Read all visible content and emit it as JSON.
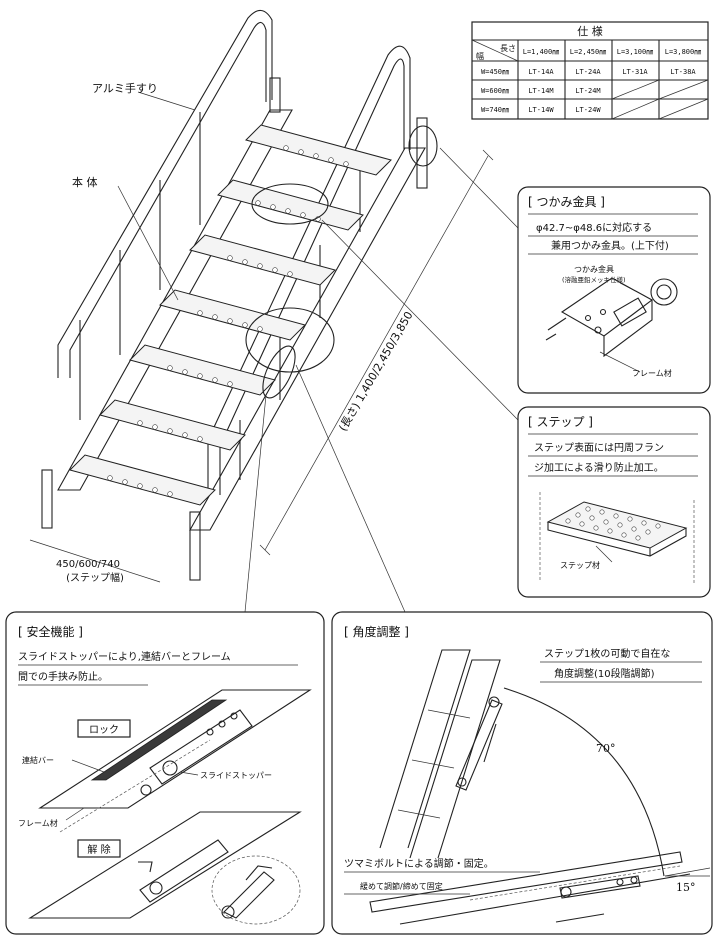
{
  "spec_table": {
    "title": "仕 様",
    "corner_top": "長さ",
    "corner_bottom": "幅",
    "columns": [
      "L=1,400㎜",
      "L=2,450㎜",
      "L=3,100㎜",
      "L=3,800㎜"
    ],
    "rows": [
      {
        "width": "W=450㎜",
        "cells": [
          "LT-14A",
          "LT-24A",
          "LT-31A",
          "LT-38A"
        ]
      },
      {
        "width": "W=600㎜",
        "cells": [
          "LT-14M",
          "LT-24M",
          "",
          ""
        ]
      },
      {
        "width": "W=740㎜",
        "cells": [
          "LT-14W",
          "LT-24W",
          "",
          ""
        ]
      }
    ]
  },
  "main": {
    "label_handrail": "アルミ手すり",
    "label_body": "本 体",
    "length_dim": "(長さ) 1,400/2,450/3,850",
    "width_dim": "450/600/740",
    "width_note": "(ステップ幅)"
  },
  "grip_panel": {
    "title": "[ つかみ金具 ]",
    "desc_line1": "φ42.7~φ48.6に対応する",
    "desc_line2": "兼用つかみ金具。(上下付)",
    "part_label": "つかみ金具",
    "part_note": "(溶融亜鉛メッキ仕様)",
    "frame_label": "フレーム材"
  },
  "step_panel": {
    "title": "[ ステップ ]",
    "desc_line1": "ステップ表面には円周フラン",
    "desc_line2": "ジ加工による滑り防止加工。",
    "part_label": "ステップ材"
  },
  "safety_panel": {
    "title": "[ 安全機能 ]",
    "desc_line1": "スライドストッパーにより,連結バーとフレーム",
    "desc_line2": "間での手挟み防止。",
    "lock_label": "ロック",
    "release_label": "解 除",
    "bar_label": "連結バー",
    "stopper_label": "スライドストッパー",
    "frame_label": "フレーム材"
  },
  "angle_panel": {
    "title": "[ 角度調整 ]",
    "desc_line1": "ステップ1枚の可動で自在な",
    "desc_line2": "角度調整(10段階調節)",
    "angle_max": "70°",
    "angle_min": "15°",
    "bolt_label": "ツマミボルトによる調節・固定。",
    "bolt_note": "緩めて調節/締めて固定"
  }
}
